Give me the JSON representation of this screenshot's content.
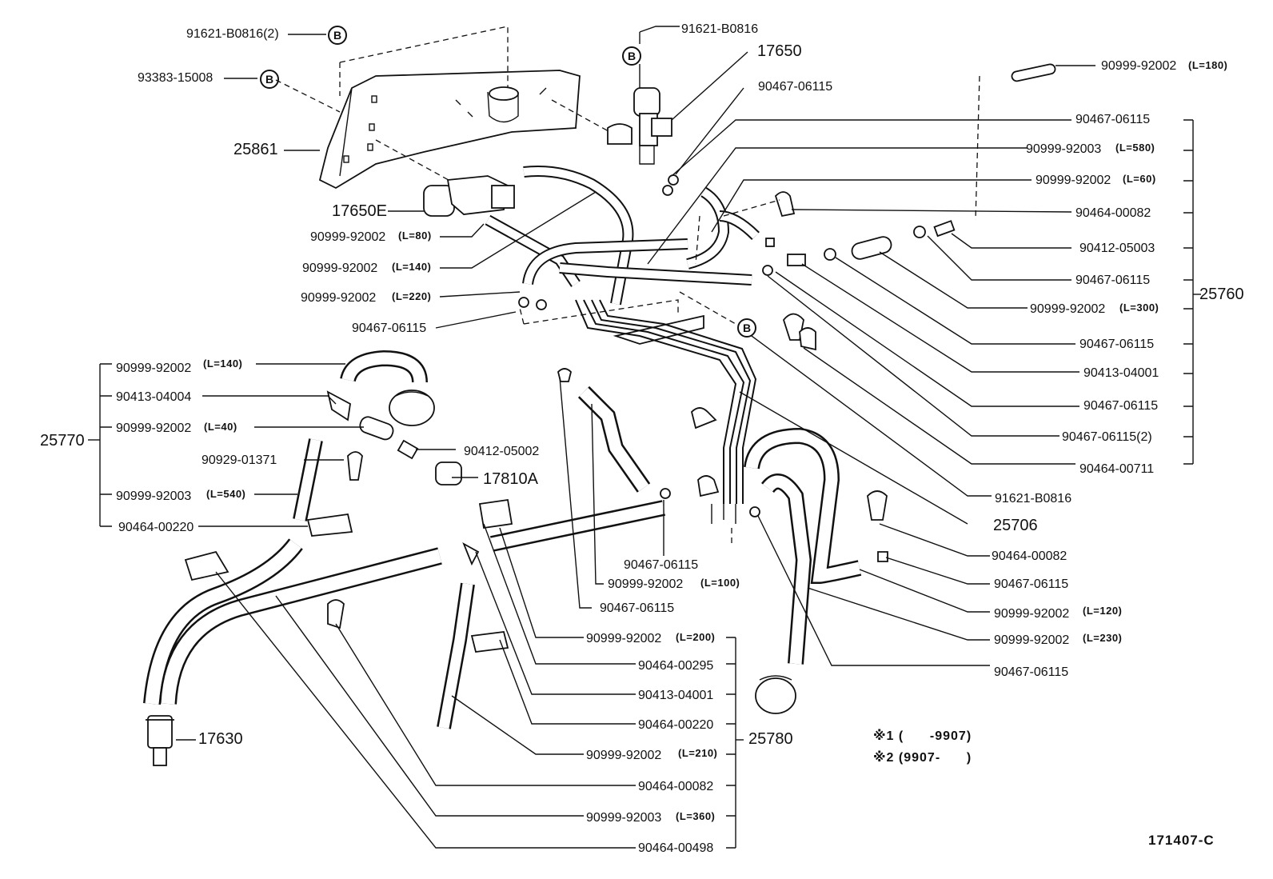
{
  "labels": {
    "l01": "91621-B0816(2)",
    "l02": "93383-15008",
    "l03": "25861",
    "l04": "17650E",
    "l05": "90999-92002",
    "l05b": "(L=80)",
    "l06": "90999-92002",
    "l06b": "(L=140)",
    "l07": "90999-92002",
    "l07b": "(L=220)",
    "l08": "90467-06115",
    "l09": "91621-B0816",
    "l10": "17650",
    "l11": "90467-06115",
    "l12": "90999-92002",
    "l12b": "(L=180)",
    "l13": "90467-06115",
    "l14": "90999-92003",
    "l14b": "(L=580)",
    "l15": "90999-92002",
    "l15b": "(L=60)",
    "l16": "90464-00082",
    "l17": "90412-05003",
    "l18": "90467-06115",
    "l19": "90999-92002",
    "l19b": "(L=300)",
    "l20": "25760",
    "l21": "90467-06115",
    "l22": "90413-04001",
    "l23": "90467-06115",
    "l24": "90467-06115(2)",
    "l25": "90464-00711",
    "l26": "91621-B0816",
    "l27": "25706",
    "l28": "90999-92002",
    "l28b": "(L=140)",
    "l29": "90413-04004",
    "l30": "90999-92002",
    "l30b": "(L=40)",
    "l31": "25770",
    "l32": "90412-05002",
    "l33": "90929-01371",
    "l34": "17810A",
    "l35": "90999-92003",
    "l35b": "(L=540)",
    "l36": "90464-00220",
    "l37": "90467-06115",
    "l38": "90999-92002",
    "l38b": "(L=100)",
    "l39": "90467-06115",
    "l40": "90464-00082",
    "l41": "90467-06115",
    "l42": "90999-92002",
    "l42b": "(L=120)",
    "l43": "90999-92002",
    "l43b": "(L=230)",
    "l44": "90467-06115",
    "l45": "90999-92002",
    "l45b": "(L=200)",
    "l46": "90464-00295",
    "l47": "90413-04001",
    "l48": "90464-00220",
    "l49": "25780",
    "l50": "90999-92002",
    "l50b": "(L=210)",
    "l51": "90464-00082",
    "l52": "90999-92003",
    "l52b": "(L=360)",
    "l53": "90464-00498",
    "l54": "17630"
  },
  "ref_mark": "B",
  "notes": {
    "n1": "※1 (      -9907)",
    "n2": "※2 (9907-      )"
  },
  "diagram_code": "171407-C"
}
